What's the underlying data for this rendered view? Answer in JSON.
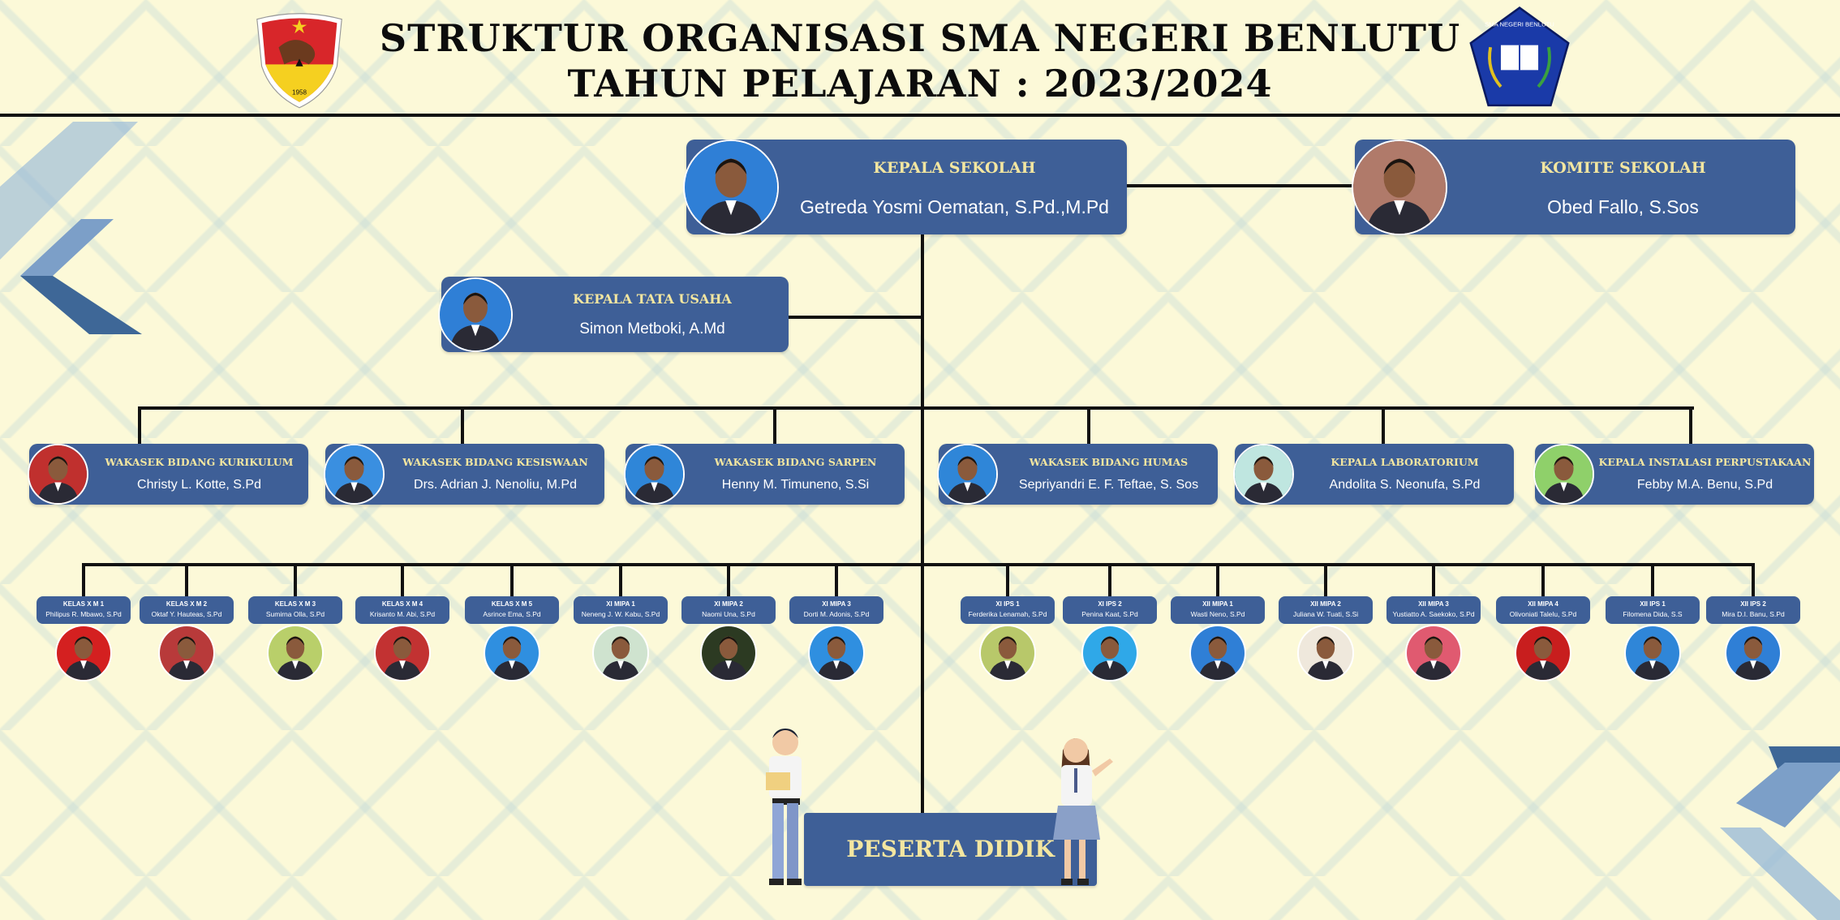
{
  "header": {
    "title_line1": "STRUKTUR ORGANISASI SMA NEGERI BENLUTU",
    "title_line2": "TAHUN PELAJARAN : 2023/2024",
    "left_logo_text": "1958",
    "right_logo_text": "SMA NEGERI BENLUTU"
  },
  "colors": {
    "box": "#3e5f97",
    "role_text": "#f3e6a0",
    "line": "#111111",
    "background": "#fcf9d8"
  },
  "kepala_sekolah": {
    "role": "KEPALA SEKOLAH",
    "name": "Getreda Yosmi Oematan, S.Pd.,M.Pd",
    "photo_bg": "#2f7fd6"
  },
  "komite": {
    "role": "KOMITE SEKOLAH",
    "name": "Obed Fallo, S.Sos",
    "photo_bg": "#b07a6a"
  },
  "tata_usaha": {
    "role": "KEPALA  TATA USAHA",
    "name": "Simon Metboki, A.Md",
    "photo_bg": "#2f7fd6"
  },
  "wakasek": [
    {
      "role": "WAKASEK BIDANG KURIKULUM",
      "name": "Christy L. Kotte, S.Pd",
      "photo_bg": "#c0302e"
    },
    {
      "role": "WAKASEK BIDANG KESISWAAN",
      "name": "Drs. Adrian J. Nenoliu, M.Pd",
      "photo_bg": "#3a8fe0"
    },
    {
      "role": "WAKASEK BIDANG SARPEN",
      "name": "Henny M. Timuneno, S.Si",
      "photo_bg": "#2f86d8"
    },
    {
      "role": "WAKASEK BIDANG HUMAS",
      "name": "Sepriyandri E. F. Teftae, S. Sos",
      "photo_bg": "#2f86d8"
    },
    {
      "role": "KEPALA LABORATORIUM",
      "name": "Andolita S. Neonufa, S.Pd",
      "photo_bg": "#bfe6e0"
    },
    {
      "role": "KEPALA INSTALASI PERPUSTAKAAN",
      "name": "Febby M.A. Benu, S.Pd",
      "photo_bg": "#8fd06a"
    }
  ],
  "wali_kelas": [
    {
      "kelas": "KELAS X M 1",
      "name": "Philipus R. Mbawo, S.Pd",
      "photo_bg": "#d42020"
    },
    {
      "kelas": "KELAS X M 2",
      "name": "Oktaf Y. Hauteas, S.Pd",
      "photo_bg": "#b83a3a"
    },
    {
      "kelas": "KELAS X M 3",
      "name": "Sumirna Olla, S.Pd",
      "photo_bg": "#b9cf6a"
    },
    {
      "kelas": "KELAS X M 4",
      "name": "Krisanto M. Abi, S.Pd",
      "photo_bg": "#c23232"
    },
    {
      "kelas": "KELAS X M 5",
      "name": "Asrince Ema, S.Pd",
      "photo_bg": "#2f8fe0"
    },
    {
      "kelas": "XI MIPA 1",
      "name": "Neneng J. W. Kabu, S.Pd",
      "photo_bg": "#cfe3cf"
    },
    {
      "kelas": "XI MIPA 2",
      "name": "Naomi Una, S.Pd",
      "photo_bg": "#2c3a22"
    },
    {
      "kelas": "XI MIPA 3",
      "name": "Dorti M. Adonis, S.Pd",
      "photo_bg": "#2f8fe0"
    },
    {
      "kelas": "XI IPS 1",
      "name": "Ferderika Lenamah, S.Pd",
      "photo_bg": "#b8c86a"
    },
    {
      "kelas": "XI IPS 2",
      "name": "Penina Kaat, S.Pd",
      "photo_bg": "#2fa8e8"
    },
    {
      "kelas": "XII MIPA 1",
      "name": "Wasti Neno, S.Pd",
      "photo_bg": "#2f7fd6"
    },
    {
      "kelas": "XII MIPA 2",
      "name": "Juliana W. Tuati, S.Si",
      "photo_bg": "#efe8dc"
    },
    {
      "kelas": "XII MIPA 3",
      "name": "Yustiatto A. Saekoko, S.Pd",
      "photo_bg": "#e05a70"
    },
    {
      "kelas": "XII MIPA 4",
      "name": "Olivoniati Talelu, S.Pd",
      "photo_bg": "#c81e1e"
    },
    {
      "kelas": "XII IPS 1",
      "name": "Filomena Dida, S.S",
      "photo_bg": "#2f86d8"
    },
    {
      "kelas": "XII IPS 2",
      "name": "Mira D.I. Banu, S.Pd",
      "photo_bg": "#2f7fd6"
    }
  ],
  "peserta_didik": {
    "label": "PESERTA DIDIK"
  }
}
